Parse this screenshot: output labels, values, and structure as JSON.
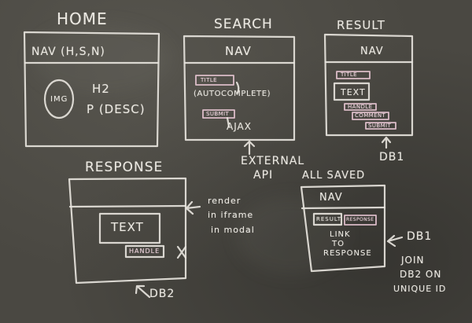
{
  "colors": {
    "board": "#4a4842",
    "chalk": "#e6e3dc",
    "chalk_pink": "#ebc9d6"
  },
  "home": {
    "title": "HOME",
    "nav": "NAV (H,S,N)",
    "img": "IMG",
    "h2": "H2",
    "desc": "P (DESC)"
  },
  "search": {
    "title": "SEARCH",
    "nav": "NAV",
    "field": "TITLE",
    "autocomplete": "(AUTOCOMPLETE)",
    "submit": "SUBMIT",
    "ajax": "AJAX",
    "api_1": "EXTERNAL",
    "api_2": "API"
  },
  "result": {
    "title": "RESULT",
    "nav": "NAV",
    "field_title": "TITLE",
    "text": "TEXT",
    "handle": "HANDLE",
    "comment": "COMMENT",
    "submit": "SUBMIT",
    "db": "DB1"
  },
  "response": {
    "title": "RESPONSE",
    "text": "TEXT",
    "handle": "HANDLE",
    "render_1": "render",
    "render_2": "in iframe",
    "render_3": "in modal",
    "db": "DB2"
  },
  "saved": {
    "title": "ALL SAVED",
    "nav": "NAV",
    "result": "RESULT",
    "response": "RESPONSE",
    "link_1": "LINK",
    "link_2": "TO",
    "link_3": "RESPONSE",
    "db": "DB1",
    "join_1": "JOIN",
    "join_2": "DB2 ON",
    "join_3": "UNIQUE ID"
  }
}
